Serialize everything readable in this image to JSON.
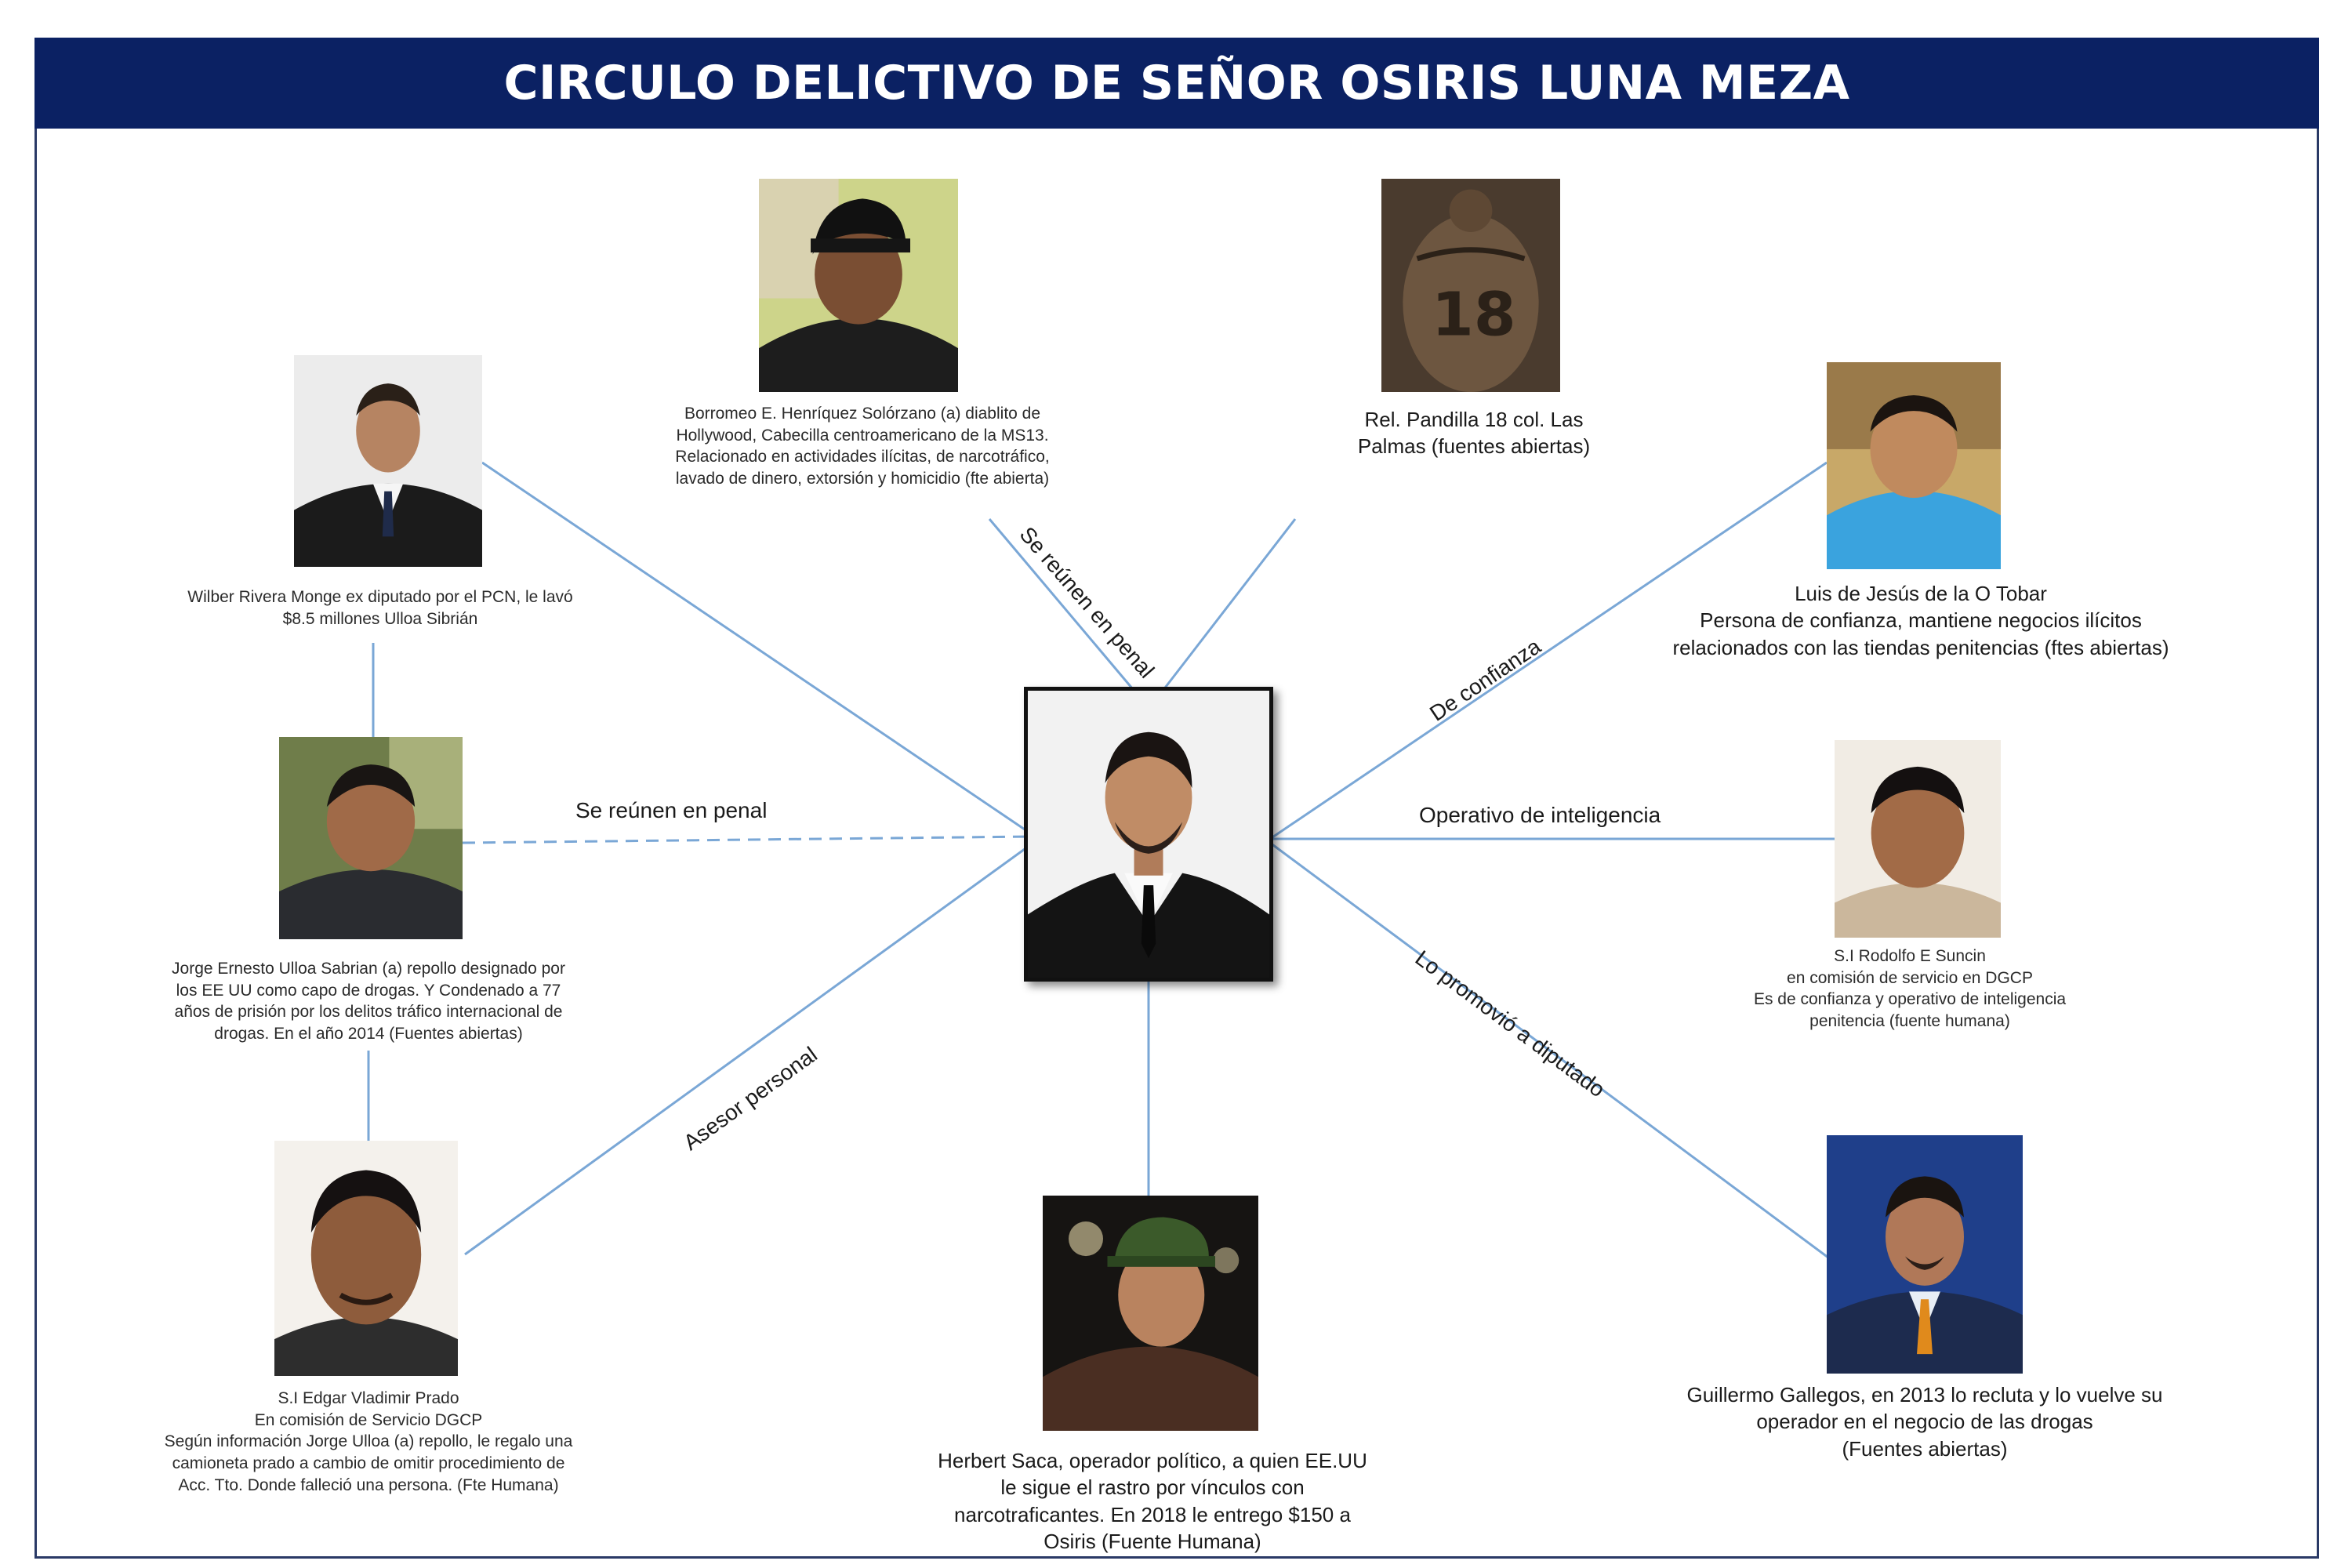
{
  "title": "CIRCULO DELICTIVO DE SEÑOR OSIRIS LUNA MEZA",
  "nodes": {
    "borromeo": "Borromeo E. Henríquez Solórzano (a) diablito de\nHollywood, Cabecilla centroamericano  de la MS13.\nRelacionado en actividades ilícitas, de narcotráfico,\nlavado de dinero, extorsión y homicidio (fte abierta)",
    "pandilla": "Rel. Pandilla 18 col. Las\nPalmas (fuentes abiertas)",
    "wilber": "Wilber Rivera Monge ex diputado por el PCN, le lavó\n$8.5 millones Ulloa Sibrián",
    "luis": "Luis de Jesús de la O Tobar\nPersona de confianza, mantiene negocios ilícitos\nrelacionados con las tiendas penitencias (ftes abiertas)",
    "jorge": "Jorge Ernesto Ulloa Sabrian (a) repollo designado por\nlos EE UU como capo de drogas. Y Condenado a 77\naños de prisión por los delitos tráfico internacional de\ndrogas. En el año 2014 (Fuentes abiertas)",
    "rodolfo": "S.I Rodolfo E Suncin\nen comisión de servicio en DGCP\nEs de confianza y operativo de inteligencia\npenitencia (fuente humana)",
    "edgar": "S.I Edgar Vladimir Prado\nEn comisión de Servicio DGCP\nSegún información Jorge Ulloa (a) repollo, le regalo una\ncamioneta prado a cambio de omitir procedimiento de\nAcc. Tto. Donde falleció una persona. (Fte Humana)",
    "herbert": "Herbert Saca, operador político, a quien EE.UU\nle sigue el rastro por vínculos con\nnarcotraficantes. En 2018 le entrego $150 a\nOsiris (Fuente Humana)",
    "guillermo": "Guillermo Gallegos, en 2013 lo recluta y lo vuelve su\noperador en el negocio de las drogas\n(Fuentes abiertas)"
  },
  "edges": {
    "borromeo": "Se reúnen en penal",
    "jorge": "Se reúnen en penal",
    "luis": "De confianza",
    "rodolfo": "Operativo de inteligencia",
    "guillermo": "Lo promovió a diputado",
    "edgar": "Asesor personal"
  },
  "colors": {
    "title_bg": "#0b2163",
    "link": "#7aa7d6",
    "frame": "#2a3a66"
  }
}
